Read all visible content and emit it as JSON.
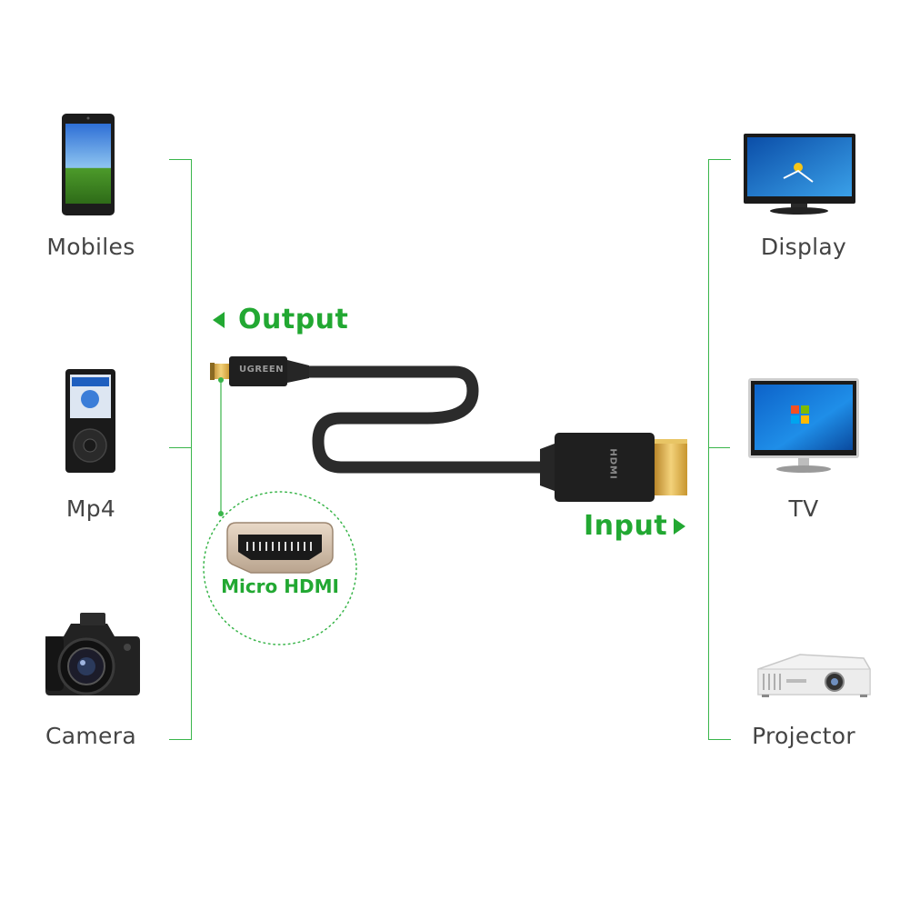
{
  "left_devices": [
    {
      "label": "Mobiles",
      "icon": "smartphone-icon"
    },
    {
      "label": "Mp4",
      "icon": "mp4-player-icon"
    },
    {
      "label": "Camera",
      "icon": "dslr-camera-icon"
    }
  ],
  "right_devices": [
    {
      "label": "Display",
      "icon": "monitor-icon"
    },
    {
      "label": "TV",
      "icon": "tv-icon"
    },
    {
      "label": "Projector",
      "icon": "projector-icon"
    }
  ],
  "output_label": "Output",
  "input_label": "Input",
  "connector_label": "Micro HDMI",
  "cable_brand": "UGREEN",
  "plug_marking": "HDMI",
  "colors": {
    "accent": "#22a832",
    "line": "#39b54a",
    "cable": "#2b2b2b",
    "gold": "#d4a437"
  }
}
